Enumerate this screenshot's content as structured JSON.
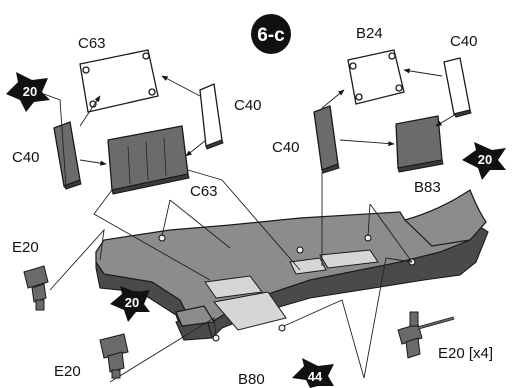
{
  "step_badge": "6-c",
  "labels": {
    "c63_top": "C63",
    "b24": "B24",
    "c40_top_right": "C40",
    "c40_mid_left": "C40",
    "c40_left": "C40",
    "c40_mid": "C40",
    "c63_mid": "C63",
    "b83": "B83",
    "e20_upper_left": "E20",
    "e20_lower_left": "E20",
    "b80": "B80",
    "e20_right": "E20 [x4]"
  },
  "star_badges": {
    "top_left": "20",
    "right": "20",
    "mid_left": "20",
    "bottom": "44"
  }
}
